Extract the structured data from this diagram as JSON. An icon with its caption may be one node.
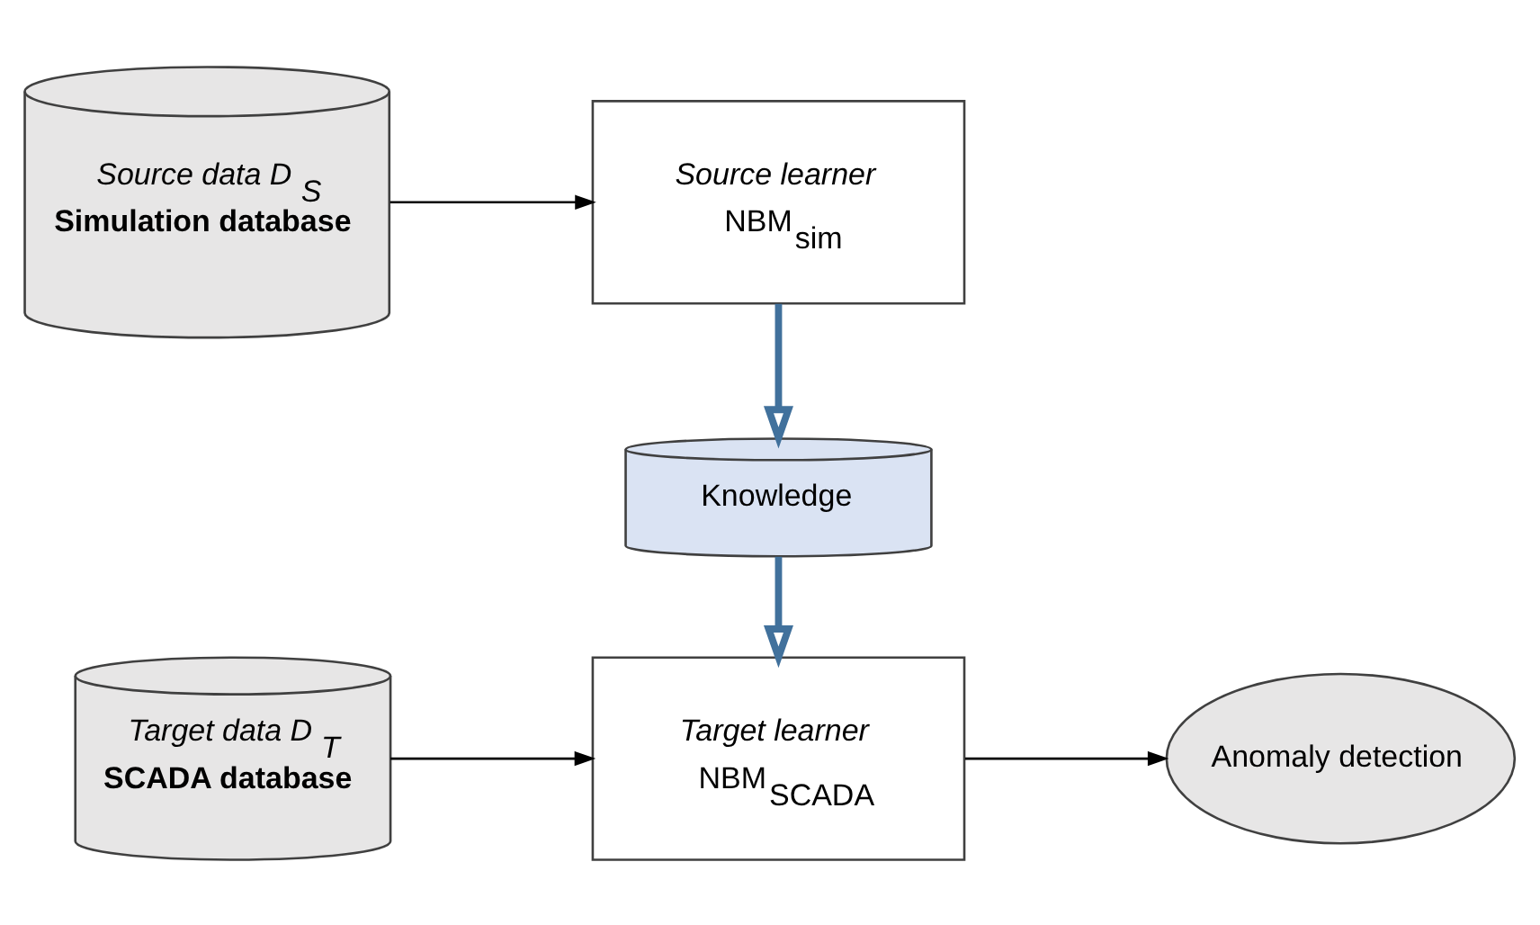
{
  "diagram": {
    "nodes": [
      {
        "text": [
          "Source data D$_{S}$",
          "Simulation database"
        ]
      },
      {
        "text": [
          "Source learner",
          "NBM$_{sim}$"
        ]
      },
      {
        "text": [
          "Knowledge"
        ]
      },
      {
        "text": [
          "Target data D$_{T}$",
          "SCADA database"
        ]
      },
      {
        "text": [
          "Target learner",
          "NBM$_{SCADA}$"
        ]
      },
      {
        "text": [
          "Anomaly detection"
        ]
      }
    ],
    "edges": [
      {
        "from": 0,
        "to": 1,
        "arrow": "to"
      },
      {
        "from": 1,
        "to": 2,
        "arrow": "to",
        "style": "thick",
        "color": "#41719c"
      },
      {
        "from": 2,
        "to": 4,
        "arrow": "to",
        "style": "thick",
        "color": "#41719c"
      },
      {
        "from": 3,
        "to": 4,
        "arrow": "to"
      },
      {
        "from": 4,
        "to": 5,
        "arrow": "to"
      }
    ]
  }
}
